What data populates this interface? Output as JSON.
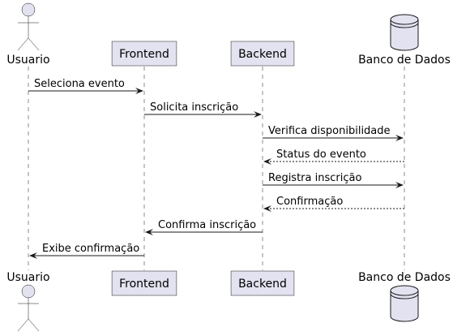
{
  "diagram": {
    "participants": [
      {
        "id": "usuario",
        "label": "Usuario",
        "kind": "actor"
      },
      {
        "id": "frontend",
        "label": "Frontend",
        "kind": "participant"
      },
      {
        "id": "backend",
        "label": "Backend",
        "kind": "participant"
      },
      {
        "id": "banco",
        "label": "Banco de Dados",
        "kind": "database"
      }
    ],
    "messages": [
      {
        "from": "usuario",
        "to": "frontend",
        "label": "Seleciona evento",
        "style": "solid"
      },
      {
        "from": "frontend",
        "to": "backend",
        "label": "Solicita inscrição",
        "style": "solid"
      },
      {
        "from": "backend",
        "to": "banco",
        "label": "Verifica disponibilidade",
        "style": "solid"
      },
      {
        "from": "banco",
        "to": "backend",
        "label": "Status do evento",
        "style": "dashed"
      },
      {
        "from": "backend",
        "to": "banco",
        "label": "Registra inscrição",
        "style": "solid"
      },
      {
        "from": "banco",
        "to": "backend",
        "label": "Confirmação",
        "style": "dashed"
      },
      {
        "from": "backend",
        "to": "frontend",
        "label": "Confirma inscrição",
        "style": "solid"
      },
      {
        "from": "frontend",
        "to": "usuario",
        "label": "Exibe confirmação",
        "style": "solid"
      }
    ],
    "colors": {
      "participant_fill": "#E2E2F0",
      "stroke": "#181818",
      "text": "#000000"
    }
  }
}
